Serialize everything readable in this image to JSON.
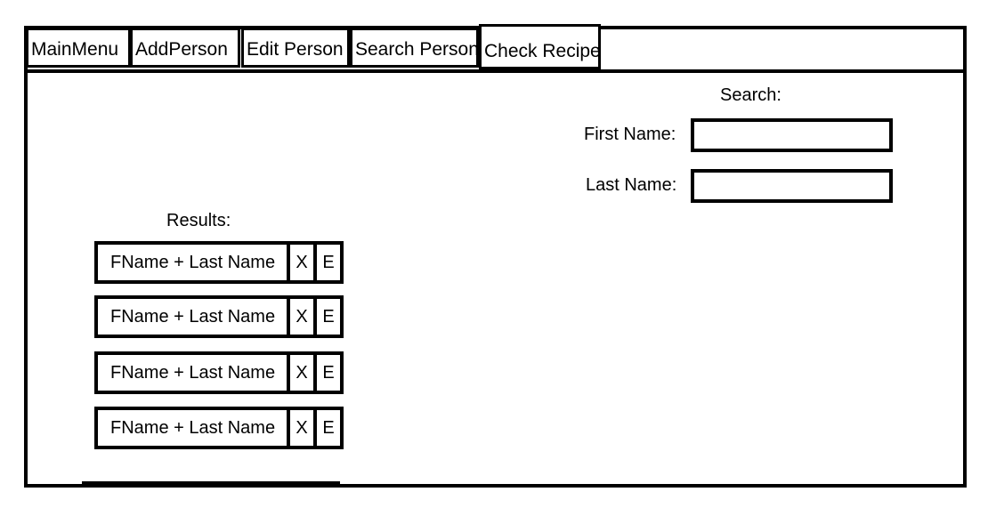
{
  "nav": {
    "tabs": [
      {
        "label": "MainMenu"
      },
      {
        "label": "AddPerson"
      },
      {
        "label": "Edit Person"
      },
      {
        "label": "Search Person"
      },
      {
        "label": "Check Recipe"
      }
    ]
  },
  "search": {
    "heading": "Search:",
    "first_name_label": "First Name:",
    "last_name_label": "Last Name:",
    "first_name_value": "",
    "last_name_value": ""
  },
  "results": {
    "heading": "Results:",
    "rows": [
      {
        "name": "FName + Last Name",
        "delete": "X",
        "edit": "E"
      },
      {
        "name": "FName + Last Name",
        "delete": "X",
        "edit": "E"
      },
      {
        "name": "FName + Last Name",
        "delete": "X",
        "edit": "E"
      },
      {
        "name": "FName + Last Name",
        "delete": "X",
        "edit": "E"
      }
    ]
  }
}
